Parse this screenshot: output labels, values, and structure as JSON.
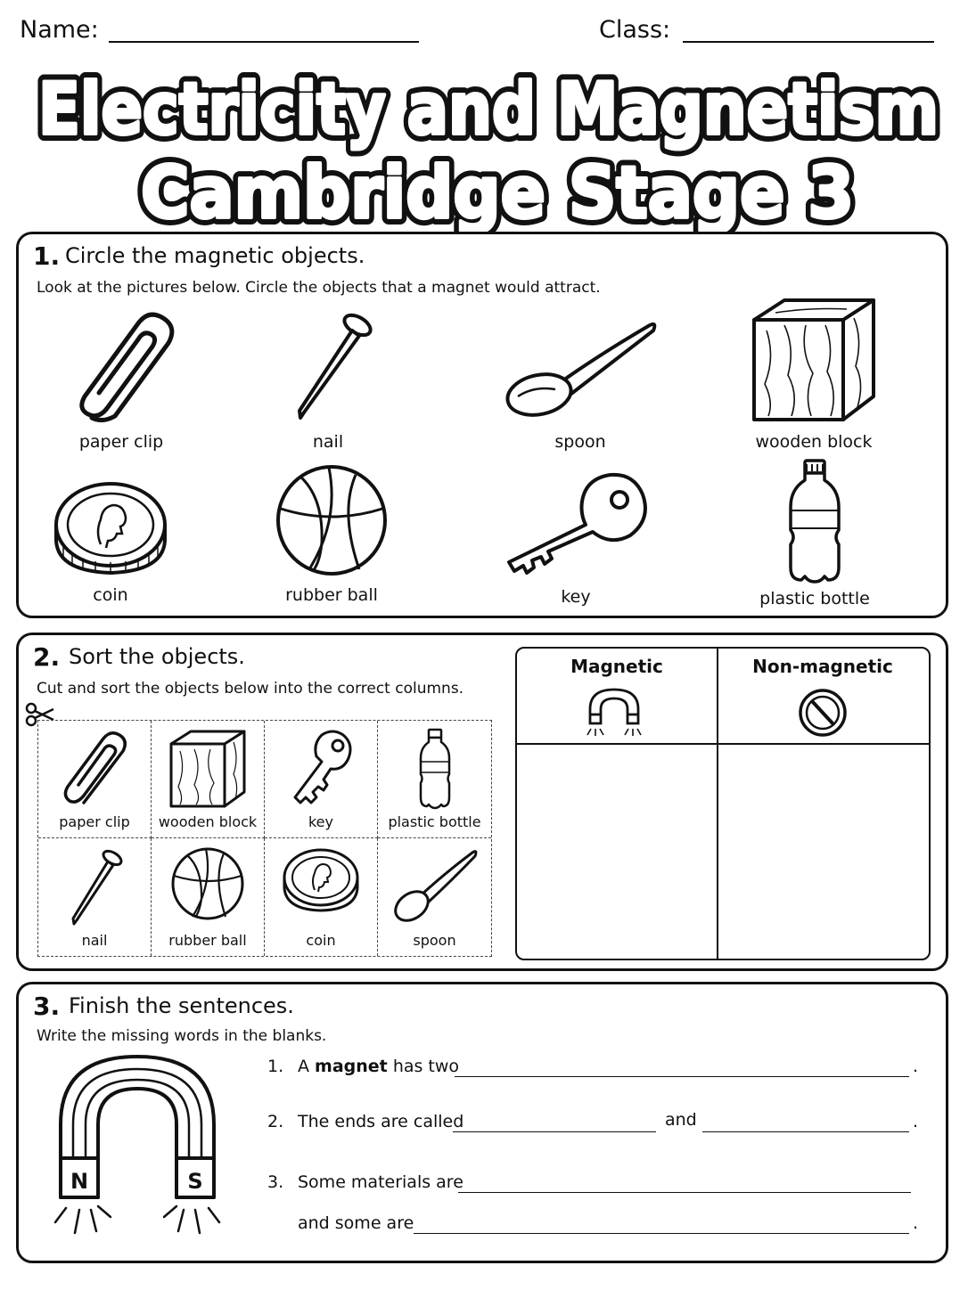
{
  "header": {
    "name_label": "Name:",
    "class_label": "Class:"
  },
  "title": {
    "line1": "Electricity and Magnetism",
    "line2": "Cambridge Stage 3"
  },
  "section1": {
    "number": "1.",
    "title": "Circle the magnetic objects.",
    "instruction": "Look at the pictures below. Circle the objects that a magnet would attract.",
    "objects": [
      {
        "label": "paper clip",
        "icon": "paper-clip-icon"
      },
      {
        "label": "nail",
        "icon": "nail-icon"
      },
      {
        "label": "spoon",
        "icon": "spoon-icon"
      },
      {
        "label": "wooden block",
        "icon": "wooden-block-icon"
      },
      {
        "label": "coin",
        "icon": "coin-icon"
      },
      {
        "label": "rubber ball",
        "icon": "rubber-ball-icon"
      },
      {
        "label": "key",
        "icon": "key-icon"
      },
      {
        "label": "plastic bottle",
        "icon": "plastic-bottle-icon"
      }
    ]
  },
  "section2": {
    "number": "2.",
    "title": "Sort the objects.",
    "instruction": "Cut and sort the objects below into the correct columns.",
    "cards": [
      {
        "label": "paper clip",
        "icon": "paper-clip-icon"
      },
      {
        "label": "wooden block",
        "icon": "wooden-block-icon"
      },
      {
        "label": "key",
        "icon": "key-icon"
      },
      {
        "label": "plastic bottle",
        "icon": "plastic-bottle-icon"
      },
      {
        "label": "nail",
        "icon": "nail-icon"
      },
      {
        "label": "rubber ball",
        "icon": "rubber-ball-icon"
      },
      {
        "label": "coin",
        "icon": "coin-icon"
      },
      {
        "label": "spoon",
        "icon": "spoon-icon"
      }
    ],
    "columns": [
      {
        "heading": "Magnetic",
        "icon": "horseshoe-magnet-icon"
      },
      {
        "heading": "Non-magnetic",
        "icon": "prohibited-icon"
      }
    ]
  },
  "section3": {
    "number": "3.",
    "title": "Finish the sentences.",
    "instruction": "Write the missing words in the blanks.",
    "magnet_poles": [
      "N",
      "S"
    ],
    "sentences": [
      {
        "num": "1.",
        "pre": "A",
        "bold": "magnet",
        "post": "has two"
      },
      {
        "num": "2.",
        "pre": "The ends are called",
        "mid": "and"
      },
      {
        "num": "3.",
        "pre": "Some materials are",
        "line2": "and some are"
      }
    ],
    "period": "."
  }
}
